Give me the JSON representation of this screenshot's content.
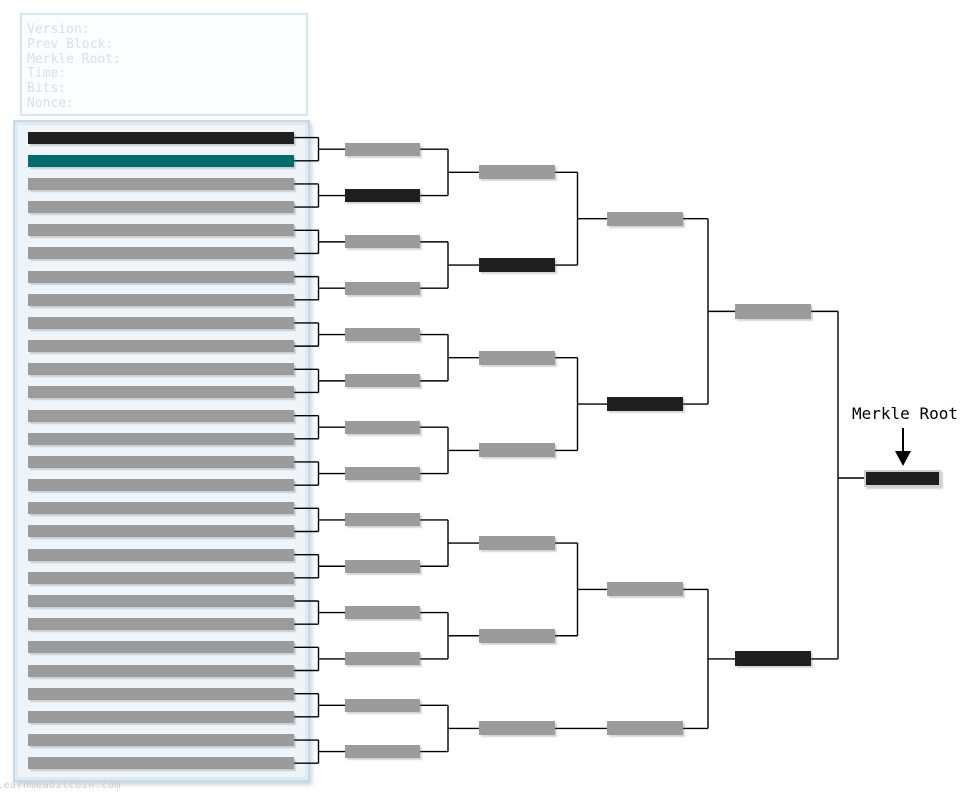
{
  "header": {
    "fields": [
      "Version:",
      "Prev Block:",
      "Merkle Root:",
      "Time:",
      "Bits:",
      "Nonce:"
    ]
  },
  "labels": {
    "merkle_root": "Merkle Root",
    "watermark": "learnmeabitcoin.com"
  },
  "colors": {
    "black": "#1f1f1f",
    "teal": "#016b6b",
    "gray": "#9b9b9b",
    "line": "#000000",
    "container_border": "#c3dae8",
    "container_band": "#dfeaf2",
    "container_bg": "#eef4f8",
    "header_border": "#d6e6ef",
    "header_bg": "#fbfdfe",
    "header_text": "#d9dfe3",
    "watermark_text": "#c9ced2"
  },
  "tree": {
    "transactions": [
      "black",
      "teal",
      "gray",
      "gray",
      "gray",
      "gray",
      "gray",
      "gray",
      "gray",
      "gray",
      "gray",
      "gray",
      "gray",
      "gray",
      "gray",
      "gray",
      "gray",
      "gray",
      "gray",
      "gray",
      "gray",
      "gray",
      "gray",
      "gray",
      "gray",
      "gray",
      "gray",
      "gray"
    ],
    "level1": [
      "gray",
      "black",
      "gray",
      "gray",
      "gray",
      "gray",
      "gray",
      "gray",
      "gray",
      "gray",
      "gray",
      "gray",
      "gray",
      "gray"
    ],
    "level2": [
      "gray",
      "black",
      "gray",
      "gray",
      "gray",
      "gray",
      "gray"
    ],
    "level3": [
      "gray",
      "black",
      "gray",
      "gray"
    ],
    "level4": [
      "gray",
      "black"
    ],
    "root": "black"
  }
}
